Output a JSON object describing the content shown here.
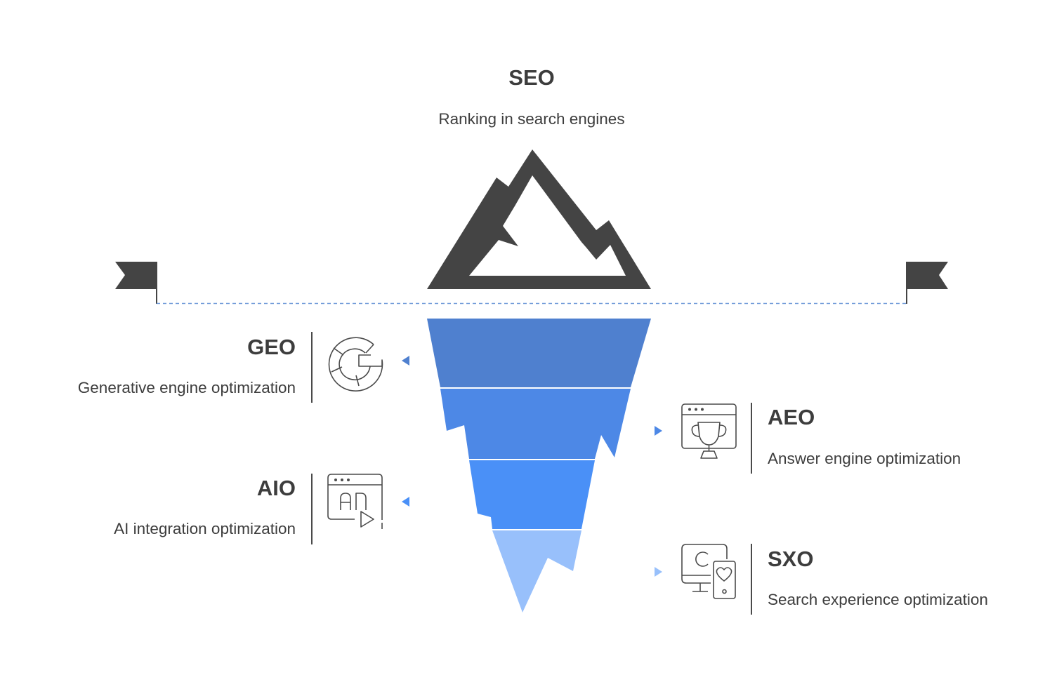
{
  "top": {
    "title": "SEO",
    "subtitle": "Ranking in search engines"
  },
  "layers": [
    {
      "key": "geo",
      "title": "GEO",
      "subtitle": "Generative engine optimization",
      "icon": "google-g-icon",
      "side": "left"
    },
    {
      "key": "aeo",
      "title": "AEO",
      "subtitle": "Answer engine optimization",
      "icon": "trophy-browser-icon",
      "side": "right"
    },
    {
      "key": "aio",
      "title": "AIO",
      "subtitle": "AI integration optimization",
      "icon": "ai-browser-video-icon",
      "side": "left"
    },
    {
      "key": "sxo",
      "title": "SXO",
      "subtitle": "Search experience optimization",
      "icon": "monitor-phone-icon",
      "side": "right"
    }
  ],
  "colors": {
    "mountain": "#444444",
    "layer1": "#4f80cf",
    "layer2": "#4d88e6",
    "layer3": "#4a90f7",
    "layer4": "#98c0fb",
    "waterline": "#6f99d8",
    "text": "#3d3d3d"
  }
}
